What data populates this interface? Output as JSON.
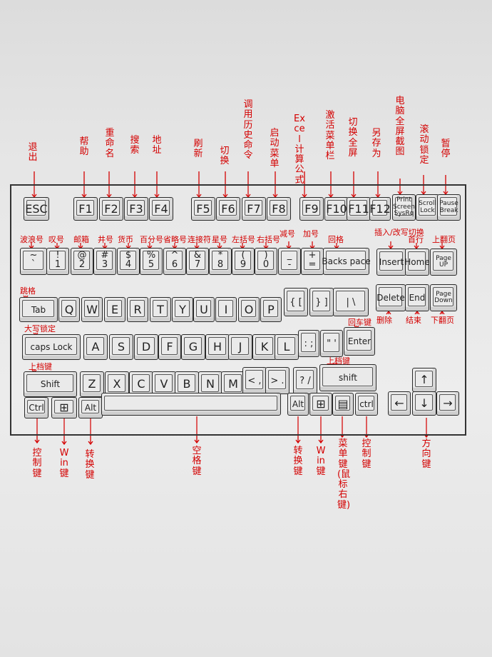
{
  "keys": {
    "esc": "ESC",
    "f1": "F1",
    "f2": "F2",
    "f3": "F3",
    "f4": "F4",
    "f5": "F5",
    "f6": "F6",
    "f7": "F7",
    "f8": "F8",
    "f9": "F9",
    "f10": "F10",
    "f11": "F11",
    "f12": "F12",
    "prtsc": "Print Screen SysRq",
    "scroll": "Scroll Lock",
    "pause": "Pause Break",
    "tilde_up": "~",
    "tilde_dn": "`",
    "n1_up": "!",
    "n1_dn": "1",
    "n2_up": "@",
    "n2_dn": "2",
    "n3_up": "#",
    "n3_dn": "3",
    "n4_up": "$",
    "n4_dn": "4",
    "n5_up": "%",
    "n5_dn": "5",
    "n6_up": "^",
    "n6_dn": "6",
    "n7_up": "&",
    "n7_dn": "7",
    "n8_up": "*",
    "n8_dn": "8",
    "n9_up": "(",
    "n9_dn": "9",
    "n0_up": ")",
    "n0_dn": "0",
    "minus_up": "_",
    "minus_dn": "-",
    "eq_up": "+",
    "eq_dn": "=",
    "backspace": "Backs pace",
    "insert": "Insert",
    "home": "Home",
    "pgup": "Page UP",
    "tab": "Tab",
    "q": "Q",
    "w": "W",
    "e": "E",
    "r": "R",
    "t": "T",
    "y": "Y",
    "u": "U",
    "i": "I",
    "o": "O",
    "p": "P",
    "lbr": "{ [",
    "rbr": "} ]",
    "bslash": "| \\",
    "delete": "Delete",
    "end": "End",
    "pgdn": "Page Down",
    "caps": "caps Lock",
    "a": "A",
    "s": "S",
    "d": "D",
    "f": "F",
    "g": "G",
    "h": "H",
    "j": "J",
    "k": "K",
    "l": "L",
    "semi": ": ;",
    "quote": "\" '",
    "enter": "Enter",
    "lshift": "Shift",
    "z": "Z",
    "x": "X",
    "c": "C",
    "v": "V",
    "b": "B",
    "n": "N",
    "m": "M",
    "comma": "< ,",
    "period": "> .",
    "slash": "? /",
    "rshift": "shift",
    "lctrl": "Ctrl",
    "lwin": "⊞",
    "lalt": "Alt",
    "space": "",
    "ralt": "Alt",
    "rwin": "⊞",
    "menu": "▤",
    "rctrl": "ctrl",
    "arrow_up": "↑",
    "arrow_left": "←",
    "arrow_down": "↓",
    "arrow_right": "→"
  },
  "annotations": {
    "esc": "退出",
    "f1": "帮助",
    "f2": "重命名",
    "f3": "搜索",
    "f4": "地址",
    "f5": "刷新",
    "f6": "切换",
    "f7": "调用历史命令",
    "f8": "启动菜单",
    "f9": "Excel计算公式",
    "f10": "激活菜单栏",
    "f11": "切换全屏",
    "f12": "另存为",
    "prtsc": "电脑全屏截图",
    "scroll": "滚动锁定",
    "pause": "暂停",
    "tilde": "波浪号",
    "n1": "叹号",
    "n2": "邮箱",
    "n3": "井号",
    "n4": "货币",
    "n5": "百分号",
    "n6": "省略号",
    "n7": "连接符",
    "n8": "星号",
    "n9": "左括号",
    "n0": "右括号",
    "minus": "减号",
    "eq": "加号",
    "backspace": "回格",
    "insert": "插入/改写切换",
    "home": "首行",
    "pgup": "上翻页",
    "tab": "跳格",
    "caps": "大写锁定",
    "enter": "回车键",
    "lshift": "上档键",
    "rshift": "上档键",
    "delete": "删除",
    "end": "结束",
    "pgdn": "下翻页",
    "lctrl": "控制键",
    "lwin": "Win键",
    "lalt": "转换键",
    "space": "空格键",
    "ralt": "转换键",
    "rwin": "Win键",
    "menu": "菜单键(鼠标右键)",
    "rctrl": "控制键",
    "arrows": "方向键"
  }
}
